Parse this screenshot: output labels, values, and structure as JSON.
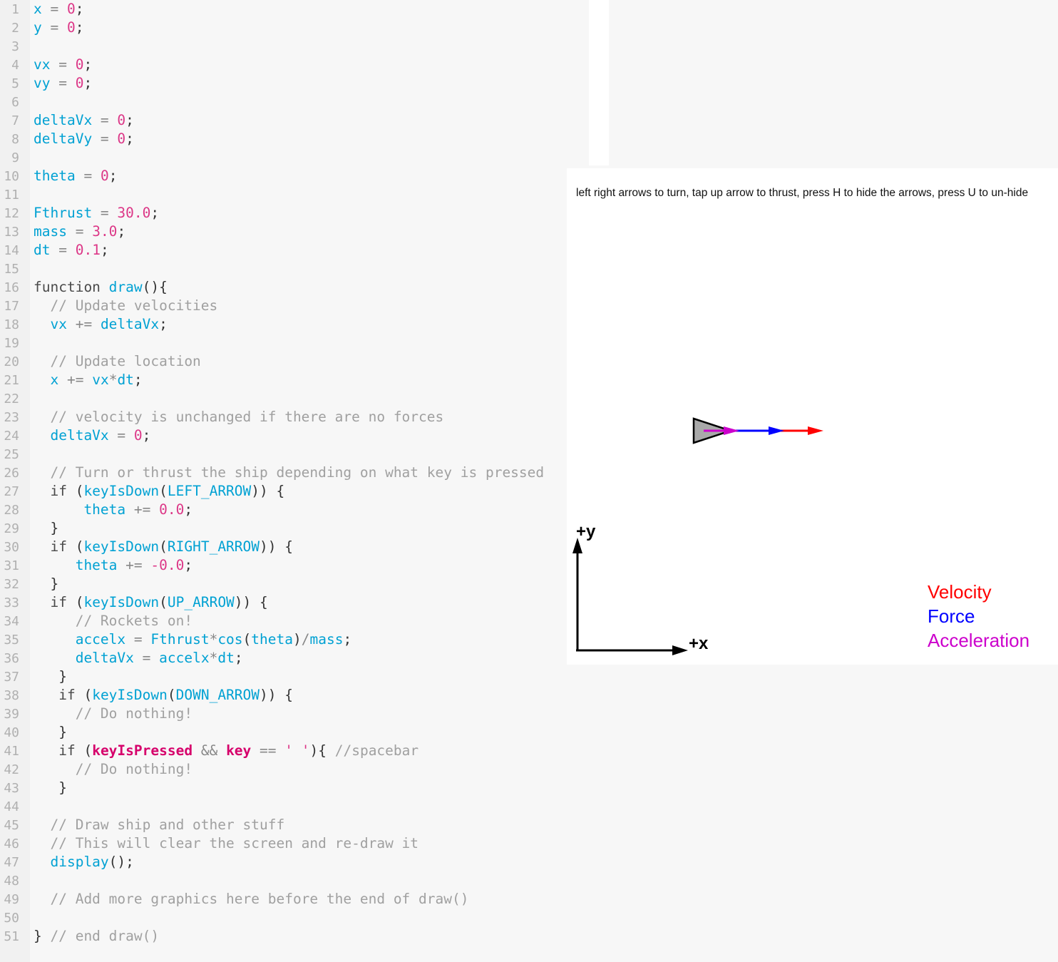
{
  "editor": {
    "lines": [
      [
        [
          "v",
          "x"
        ],
        [
          "o",
          " = "
        ],
        [
          "n",
          "0"
        ],
        [
          "p",
          ";"
        ]
      ],
      [
        [
          "v",
          "y"
        ],
        [
          "o",
          " = "
        ],
        [
          "n",
          "0"
        ],
        [
          "p",
          ";"
        ]
      ],
      [],
      [
        [
          "v",
          "vx"
        ],
        [
          "o",
          " = "
        ],
        [
          "n",
          "0"
        ],
        [
          "p",
          ";"
        ]
      ],
      [
        [
          "v",
          "vy"
        ],
        [
          "o",
          " = "
        ],
        [
          "n",
          "0"
        ],
        [
          "p",
          ";"
        ]
      ],
      [],
      [
        [
          "v",
          "deltaVx"
        ],
        [
          "o",
          " = "
        ],
        [
          "n",
          "0"
        ],
        [
          "p",
          ";"
        ]
      ],
      [
        [
          "v",
          "deltaVy"
        ],
        [
          "o",
          " = "
        ],
        [
          "n",
          "0"
        ],
        [
          "p",
          ";"
        ]
      ],
      [],
      [
        [
          "v",
          "theta"
        ],
        [
          "o",
          " = "
        ],
        [
          "n",
          "0"
        ],
        [
          "p",
          ";"
        ]
      ],
      [],
      [
        [
          "v",
          "Fthrust"
        ],
        [
          "o",
          " = "
        ],
        [
          "n",
          "30.0"
        ],
        [
          "p",
          ";"
        ]
      ],
      [
        [
          "v",
          "mass"
        ],
        [
          "o",
          " = "
        ],
        [
          "n",
          "3.0"
        ],
        [
          "p",
          ";"
        ]
      ],
      [
        [
          "v",
          "dt"
        ],
        [
          "o",
          " = "
        ],
        [
          "n",
          "0.1"
        ],
        [
          "p",
          ";"
        ]
      ],
      [],
      [
        [
          "k",
          "function "
        ],
        [
          "f",
          "draw"
        ],
        [
          "p",
          "(){"
        ]
      ],
      [
        [
          "c",
          "  // Update velocities"
        ]
      ],
      [
        [
          "v",
          "  vx"
        ],
        [
          "o",
          " += "
        ],
        [
          "v",
          "deltaVx"
        ],
        [
          "p",
          ";"
        ]
      ],
      [],
      [
        [
          "c",
          "  // Update location"
        ]
      ],
      [
        [
          "v",
          "  x"
        ],
        [
          "o",
          " += "
        ],
        [
          "v",
          "vx"
        ],
        [
          "o",
          "*"
        ],
        [
          "v",
          "dt"
        ],
        [
          "p",
          ";"
        ]
      ],
      [],
      [
        [
          "c",
          "  // velocity is unchanged if there are no forces"
        ]
      ],
      [
        [
          "v",
          "  deltaVx"
        ],
        [
          "o",
          " = "
        ],
        [
          "n",
          "0"
        ],
        [
          "p",
          ";"
        ]
      ],
      [],
      [
        [
          "c",
          "  // Turn or thrust the ship depending on what key is pressed"
        ]
      ],
      [
        [
          "k",
          "  if "
        ],
        [
          "p",
          "("
        ],
        [
          "f",
          "keyIsDown"
        ],
        [
          "p",
          "("
        ],
        [
          "s",
          "LEFT_ARROW"
        ],
        [
          "p",
          ")) {"
        ]
      ],
      [
        [
          "v",
          "      theta"
        ],
        [
          "o",
          " += "
        ],
        [
          "n",
          "0.0"
        ],
        [
          "p",
          ";"
        ]
      ],
      [
        [
          "p",
          "  }"
        ]
      ],
      [
        [
          "k",
          "  if "
        ],
        [
          "p",
          "("
        ],
        [
          "f",
          "keyIsDown"
        ],
        [
          "p",
          "("
        ],
        [
          "s",
          "RIGHT_ARROW"
        ],
        [
          "p",
          ")) {"
        ]
      ],
      [
        [
          "v",
          "     theta"
        ],
        [
          "o",
          " += "
        ],
        [
          "n",
          "-0.0"
        ],
        [
          "p",
          ";"
        ]
      ],
      [
        [
          "p",
          "  }"
        ]
      ],
      [
        [
          "k",
          "  if "
        ],
        [
          "p",
          "("
        ],
        [
          "f",
          "keyIsDown"
        ],
        [
          "p",
          "("
        ],
        [
          "s",
          "UP_ARROW"
        ],
        [
          "p",
          ")) {"
        ]
      ],
      [
        [
          "c",
          "     // Rockets on!"
        ]
      ],
      [
        [
          "v",
          "     accelx"
        ],
        [
          "o",
          " = "
        ],
        [
          "v",
          "Fthrust"
        ],
        [
          "o",
          "*"
        ],
        [
          "f",
          "cos"
        ],
        [
          "p",
          "("
        ],
        [
          "v",
          "theta"
        ],
        [
          "p",
          ")"
        ],
        [
          "o",
          "/"
        ],
        [
          "v",
          "mass"
        ],
        [
          "p",
          ";"
        ]
      ],
      [
        [
          "v",
          "     deltaVx"
        ],
        [
          "o",
          " = "
        ],
        [
          "v",
          "accelx"
        ],
        [
          "o",
          "*"
        ],
        [
          "v",
          "dt"
        ],
        [
          "p",
          ";"
        ]
      ],
      [
        [
          "p",
          "   }"
        ]
      ],
      [
        [
          "k",
          "   if "
        ],
        [
          "p",
          "("
        ],
        [
          "f",
          "keyIsDown"
        ],
        [
          "p",
          "("
        ],
        [
          "s",
          "DOWN_ARROW"
        ],
        [
          "p",
          ")) {"
        ]
      ],
      [
        [
          "c",
          "     // Do nothing!"
        ]
      ],
      [
        [
          "p",
          "   }"
        ]
      ],
      [
        [
          "k",
          "   if "
        ],
        [
          "p",
          "("
        ],
        [
          "b",
          "keyIsPressed"
        ],
        [
          "o",
          " && "
        ],
        [
          "b",
          "key"
        ],
        [
          "o",
          " == "
        ],
        [
          "n",
          "' '"
        ],
        [
          "p",
          "){ "
        ],
        [
          "c",
          "//spacebar"
        ]
      ],
      [
        [
          "c",
          "     // Do nothing!"
        ]
      ],
      [
        [
          "p",
          "   }"
        ]
      ],
      [],
      [
        [
          "c",
          "  // Draw ship and other stuff"
        ]
      ],
      [
        [
          "c",
          "  // This will clear the screen and re-draw it"
        ]
      ],
      [
        [
          "f",
          "  display"
        ],
        [
          "p",
          "();"
        ]
      ],
      [],
      [
        [
          "c",
          "  // Add more graphics here before the end of draw()"
        ]
      ],
      [],
      [
        [
          "p",
          "} "
        ],
        [
          "c",
          "// end draw()"
        ]
      ]
    ]
  },
  "canvas": {
    "instructions": "left right arrows to turn, tap up arrow to thrust, press H to hide the arrows, press U to un-hide",
    "axis_y_label": "+y",
    "axis_x_label": "+x",
    "legend": {
      "velocity": {
        "label": "Velocity",
        "color": "#ff0000"
      },
      "force": {
        "label": "Force",
        "color": "#0000ff"
      },
      "acceleration": {
        "label": "Acceleration",
        "color": "#cc00cc"
      }
    },
    "ship_color": "#a9a9a9"
  }
}
